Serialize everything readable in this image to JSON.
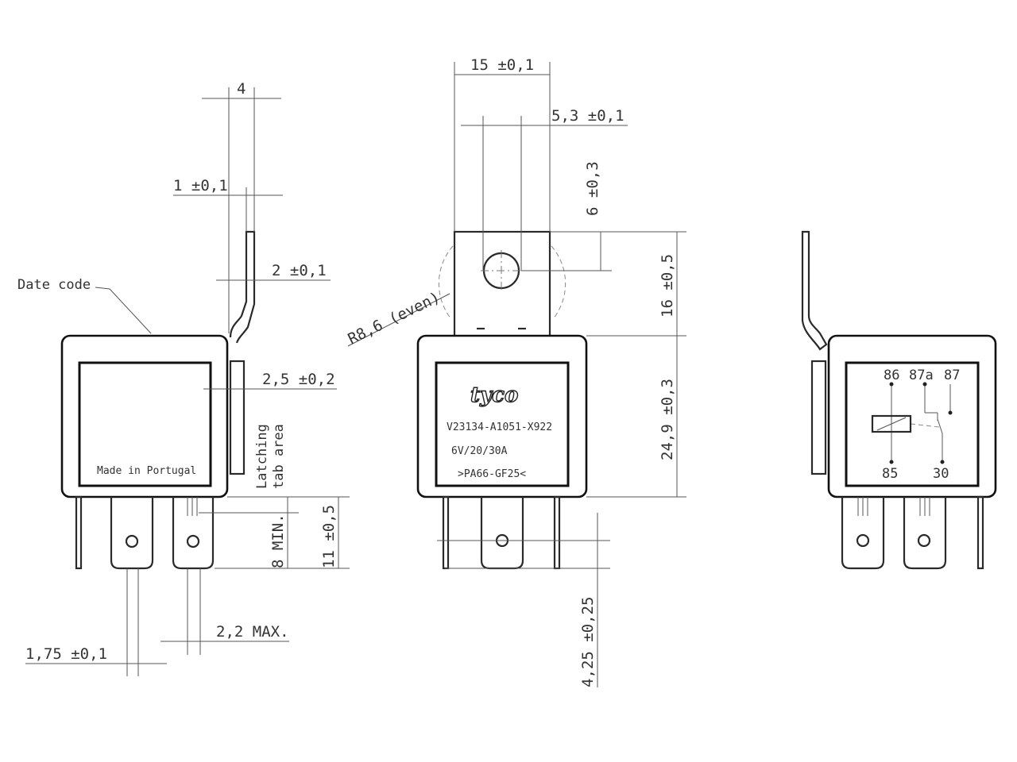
{
  "left_view": {
    "dim_tab_width": "4",
    "dim_tab_thickness": "1 ±0,1",
    "dim_bend": "2 ±0,1",
    "dim_latch": "2,5 ±0,2",
    "date_code_label": "Date code",
    "latching_label_1": "Latching",
    "latching_label_2": "tab area",
    "made_in": "Made in Portugal",
    "dim_pin_min": "8 MIN.",
    "dim_pin_len": "11 ±0,5",
    "dim_pin_thick_max": "2,2 MAX.",
    "dim_pin_thick": "1,75 ±0,1"
  },
  "center_view": {
    "dim_bracket_width": "15 ±0,1",
    "dim_hole_offset": "5,3 ±0,1",
    "dim_hole_height": "6 ±0,3",
    "dim_bracket_height": "16 ±0,5",
    "dim_body_height": "24,9 ±0,3",
    "dim_radius": "R8,6 (even)",
    "dim_pin_width": "4,25 ±0,25",
    "brand": "tyco",
    "part_number": "V23134-A1051-X922",
    "rating": "6V/20/30A",
    "material": ">PA66-GF25<"
  },
  "right_view": {
    "terminals": {
      "t86": "86",
      "t87a": "87a",
      "t87": "87",
      "t85": "85",
      "t30": "30"
    }
  }
}
